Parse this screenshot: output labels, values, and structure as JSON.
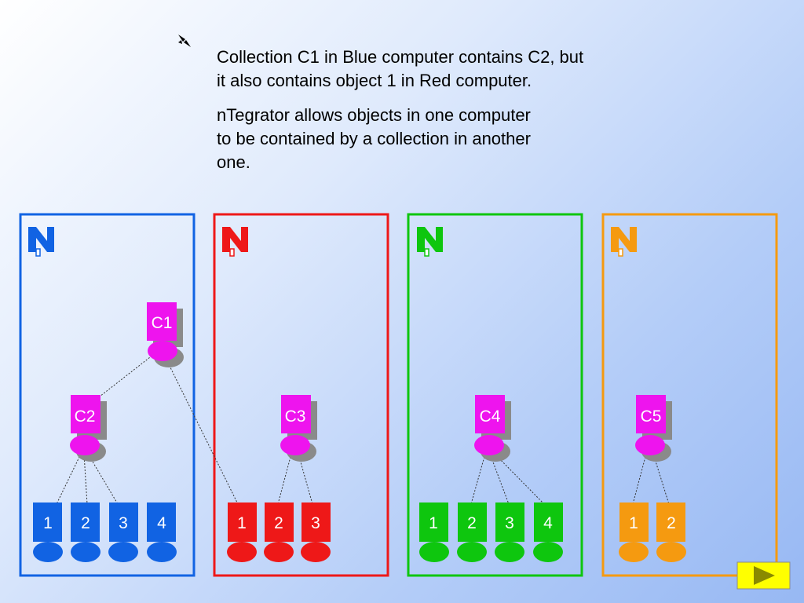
{
  "caption": {
    "p1": "Collection C1 in Blue computer contains C2, but it also contains object 1 in Red computer.",
    "p2": "nTegrator allows objects in one computer to be contained by a collection in another one."
  },
  "colors": {
    "blue": "#1163e3",
    "red": "#ee1818",
    "green": "#0ec60e",
    "orange": "#f59a10",
    "collection": "#ee14ee",
    "shadow": "#8a8a8a",
    "next_button": "#ffff00"
  },
  "computers": [
    {
      "id": "blue",
      "logo_icon": "ntegrator-logo-icon",
      "objects": [
        "1",
        "2",
        "3",
        "4"
      ]
    },
    {
      "id": "red",
      "logo_icon": "ntegrator-logo-icon",
      "objects": [
        "1",
        "2",
        "3"
      ]
    },
    {
      "id": "green",
      "logo_icon": "ntegrator-logo-icon",
      "objects": [
        "1",
        "2",
        "3",
        "4"
      ]
    },
    {
      "id": "orange",
      "logo_icon": "ntegrator-logo-icon",
      "objects": [
        "1",
        "2"
      ]
    }
  ],
  "collections": {
    "c1": "C1",
    "c2": "C2",
    "c3": "C3",
    "c4": "C4",
    "c5": "C5"
  },
  "next_button": {
    "icon": "play-triangle-icon"
  }
}
